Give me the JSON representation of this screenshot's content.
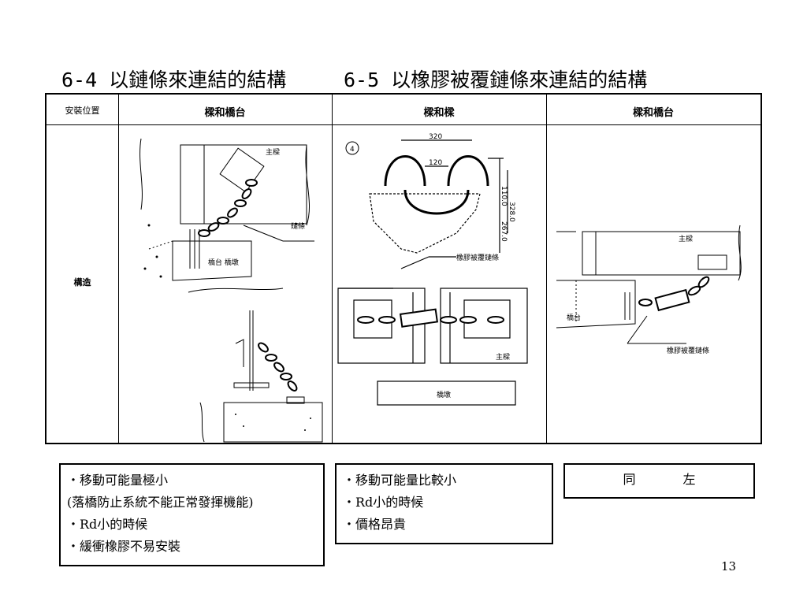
{
  "headings": {
    "left": "6-4 以鏈條來連結的結構",
    "right": "6-5 以橡膠被覆鏈條來連結的結構"
  },
  "table": {
    "row_header_top": "安裝位置",
    "row_header_body": "構造",
    "columns": [
      "樑和橋台",
      "樑和樑",
      "樑和橋台"
    ],
    "diagram_labels": {
      "col1": {
        "main_beam": "主樑",
        "chain": "鏈條",
        "abutment_pier": "橋台 橋墩"
      },
      "col2": {
        "dim_top": "320",
        "dim_inner": "120",
        "dim_right_a": "110.0",
        "dim_right_b": "328.0",
        "dim_right_c": "267.0",
        "callout": "4",
        "rubber_chain": "橡膠被覆鏈條",
        "main_beam": "主樑",
        "pier": "橋墩"
      },
      "col3": {
        "main_beam": "主樑",
        "abutment": "橋台",
        "rubber_chain": "橡膠被覆鏈條"
      }
    }
  },
  "notes": {
    "left": [
      "・移動可能量極小",
      "(落橋防止系統不能正常發揮機能)",
      "・Rd小的時候",
      "・緩衝橡膠不易安裝"
    ],
    "middle": [
      "・移動可能量比較小",
      "・Rd小的時候",
      "・價格昂貴"
    ],
    "right": [
      "同",
      "左"
    ]
  },
  "page_number": "13"
}
